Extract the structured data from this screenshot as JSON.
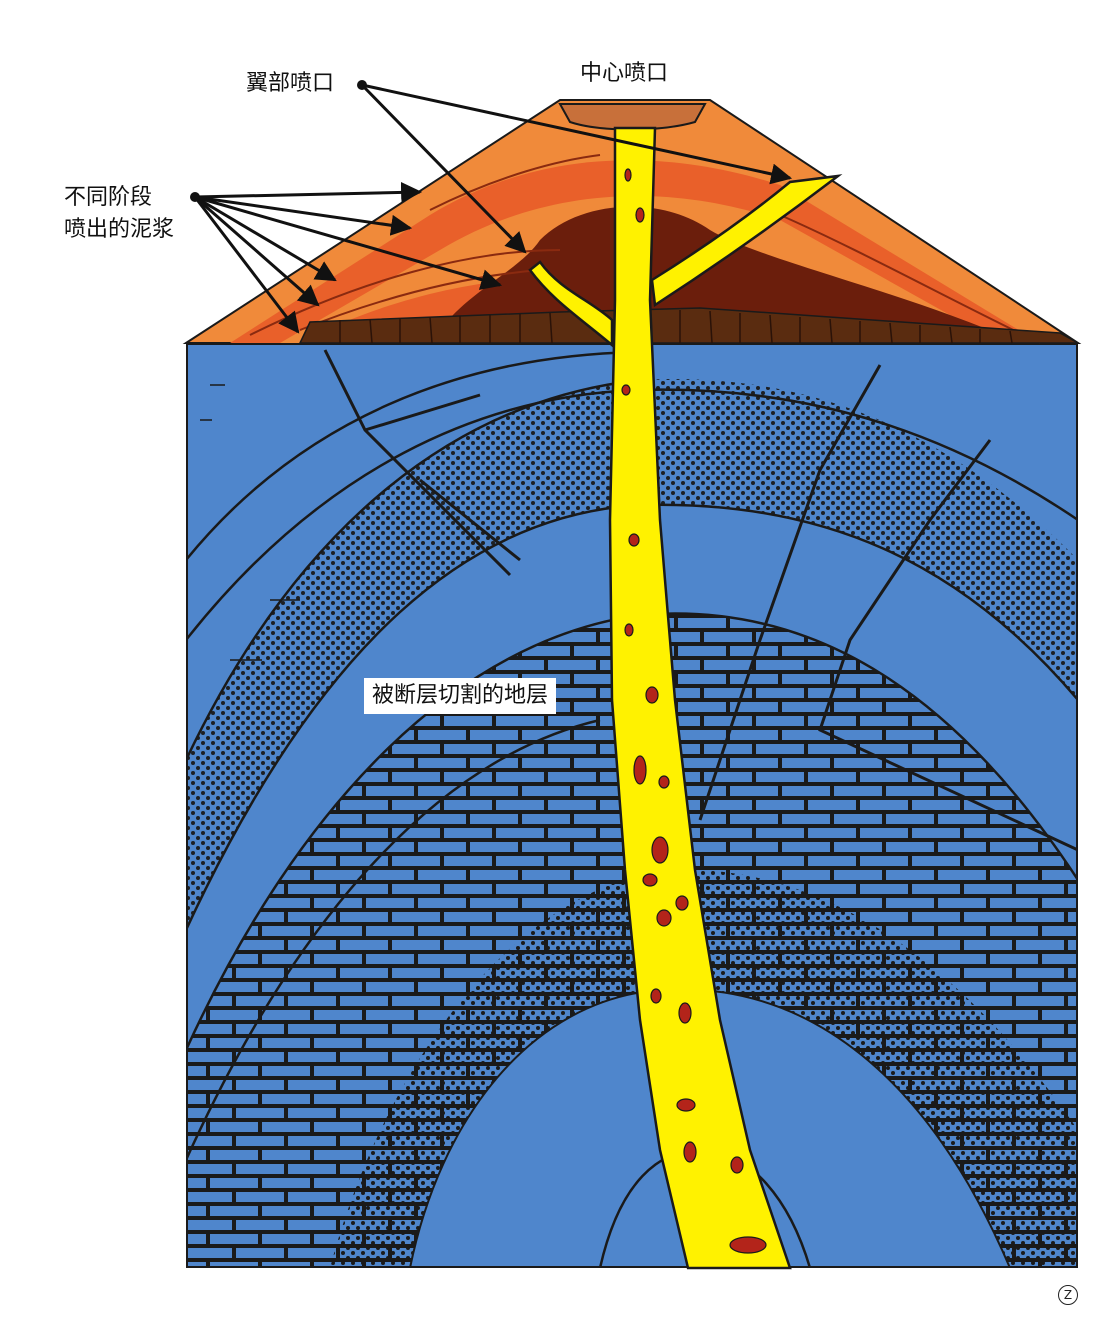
{
  "labels": {
    "flank_vent": "翼部喷口",
    "central_vent": "中心喷口",
    "mud_line1": "不同阶段",
    "mud_line2": "喷出的泥浆",
    "faulted_strata": "被断层切割的地层"
  },
  "corner_badge": "Z",
  "colors": {
    "strata_blue": "#4f86cc",
    "conduit_yellow": "#fff200",
    "mud_dark": "#6b1e0c",
    "mud_orange": "#e9602a",
    "mud_light": "#f08a3a",
    "outline": "#1a1a1a"
  }
}
